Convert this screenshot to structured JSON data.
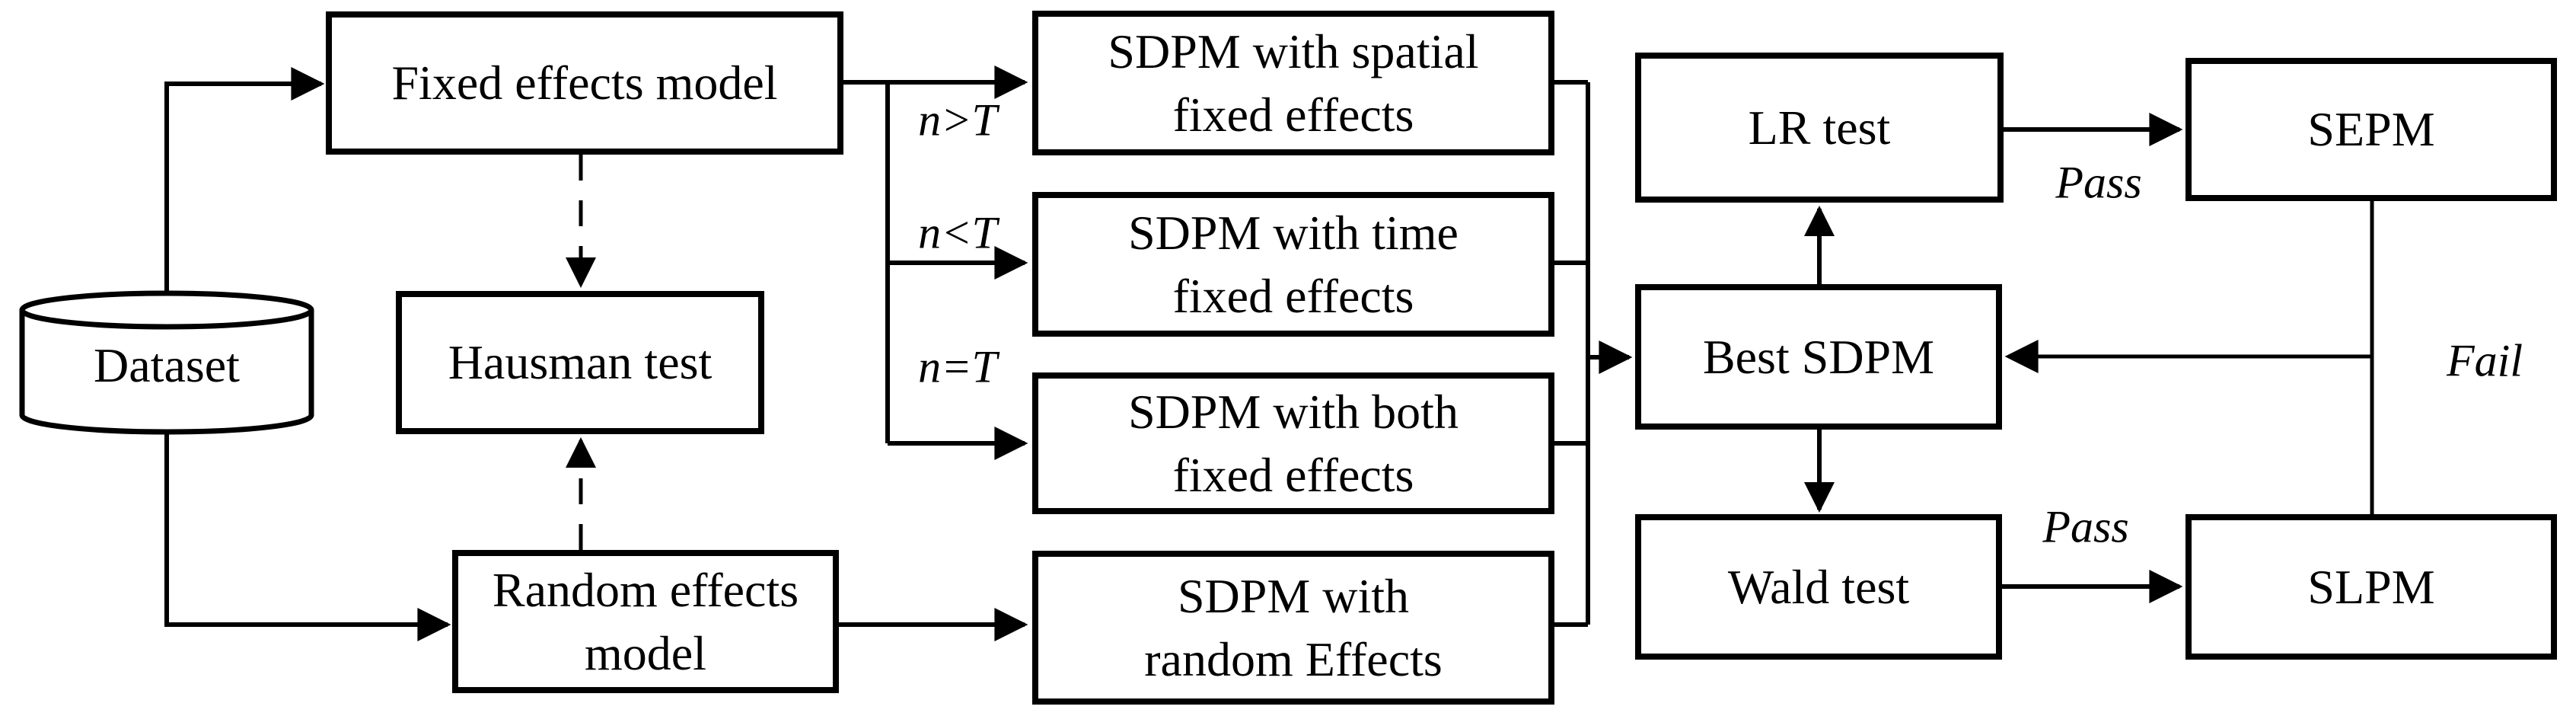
{
  "diagram": {
    "background_color": "#ffffff",
    "line_color": "#000000",
    "box_fill_color": "#ffffff",
    "nodes": {
      "dataset": {
        "label": "Dataset",
        "shape": "cylinder"
      },
      "fixed_effects": {
        "label": "Fixed effects model",
        "shape": "rect"
      },
      "hausman": {
        "label": "Hausman test",
        "shape": "rect"
      },
      "random_effects": {
        "label": "Random effects\nmodel",
        "shape": "rect"
      },
      "sdpm_spatial": {
        "label": "SDPM with spatial\nfixed effects",
        "shape": "rect"
      },
      "sdpm_time": {
        "label": "SDPM with time\nfixed effects",
        "shape": "rect"
      },
      "sdpm_both": {
        "label": "SDPM with both\nfixed effects",
        "shape": "rect"
      },
      "sdpm_random": {
        "label": "SDPM with\nrandom Effects",
        "shape": "rect"
      },
      "best_sdpm": {
        "label": "Best SDPM",
        "shape": "rect"
      },
      "lr_test": {
        "label": "LR test",
        "shape": "rect"
      },
      "wald_test": {
        "label": "Wald test",
        "shape": "rect"
      },
      "sepm": {
        "label": "SEPM",
        "shape": "rect"
      },
      "slpm": {
        "label": "SLPM",
        "shape": "rect"
      }
    },
    "edge_labels": {
      "n_gt_t": "n>T",
      "n_lt_t": "n<T",
      "n_eq_t": "n=T",
      "pass_top": "Pass",
      "pass_bottom": "Pass",
      "fail": "Fail"
    },
    "edges": [
      {
        "from": "dataset",
        "to": "fixed_effects",
        "style": "solid-arrow"
      },
      {
        "from": "dataset",
        "to": "random_effects",
        "style": "solid-arrow"
      },
      {
        "from": "fixed_effects",
        "to": "sdpm_spatial",
        "style": "solid-arrow",
        "label": "n>T"
      },
      {
        "from": "fixed_effects",
        "to": "sdpm_time",
        "style": "solid-arrow",
        "label": "n<T"
      },
      {
        "from": "fixed_effects",
        "to": "sdpm_both",
        "style": "solid-arrow",
        "label": "n=T"
      },
      {
        "from": "fixed_effects",
        "to": "hausman",
        "style": "dashed-arrow"
      },
      {
        "from": "random_effects",
        "to": "hausman",
        "style": "dashed-arrow"
      },
      {
        "from": "random_effects",
        "to": "sdpm_random",
        "style": "solid-arrow"
      },
      {
        "from": "sdpm_spatial",
        "to": "best_sdpm",
        "style": "solid-arrow"
      },
      {
        "from": "sdpm_time",
        "to": "best_sdpm",
        "style": "solid-arrow"
      },
      {
        "from": "sdpm_both",
        "to": "best_sdpm",
        "style": "solid-arrow"
      },
      {
        "from": "sdpm_random",
        "to": "best_sdpm",
        "style": "solid-arrow"
      },
      {
        "from": "best_sdpm",
        "to": "lr_test",
        "style": "solid-arrow"
      },
      {
        "from": "best_sdpm",
        "to": "wald_test",
        "style": "solid-arrow"
      },
      {
        "from": "lr_test",
        "to": "sepm",
        "style": "solid-arrow",
        "label": "Pass"
      },
      {
        "from": "wald_test",
        "to": "slpm",
        "style": "solid-arrow",
        "label": "Pass"
      },
      {
        "from": "sepm",
        "to": "best_sdpm",
        "style": "solid-arrow",
        "label": "Fail"
      },
      {
        "from": "slpm",
        "to": "best_sdpm",
        "style": "solid-arrow",
        "label": "Fail"
      }
    ]
  }
}
